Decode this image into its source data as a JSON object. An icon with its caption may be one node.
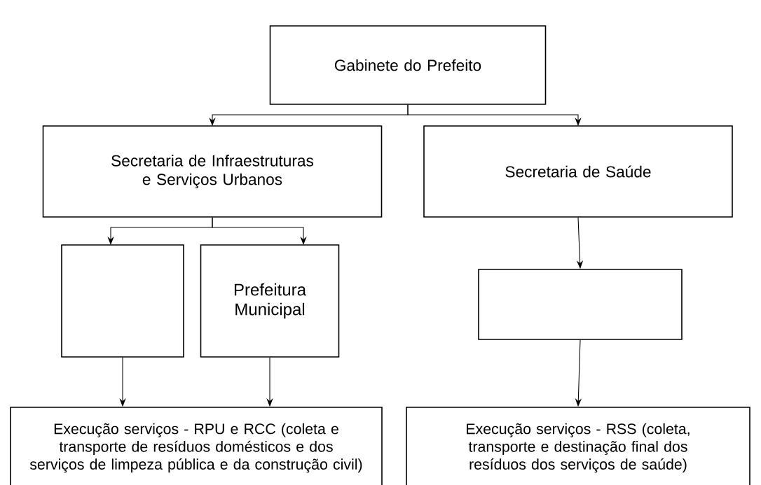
{
  "diagram": {
    "nodes": [
      {
        "text": [
          "Gabinete do Prefeito"
        ]
      },
      {
        "text": [
          "Secretaria de Infraestruturas e Serviços Urbanos"
        ]
      },
      {
        "text": [
          "Secretaria de Saúde"
        ]
      },
      {
        "text": [],
        "shape": "box"
      },
      {
        "text": [
          "Prefeitura Municipal"
        ]
      },
      {
        "text": [],
        "shape": "box"
      },
      {
        "text": [
          "Execução serviços - RPU e RCC (coleta e transporte de resíduos domésticos e dos serviços de limpeza pública e da construção civil)"
        ]
      },
      {
        "text": [
          "Execução serviços - RSS (coleta, transporte e destinação final dos resíduos dos serviços de saúde)"
        ]
      }
    ],
    "edges": [
      {
        "from": 0,
        "to": 1,
        "arrow": "to"
      },
      {
        "from": 0,
        "to": 2,
        "arrow": "to"
      },
      {
        "from": 1,
        "to": 3,
        "arrow": "to"
      },
      {
        "from": 1,
        "to": 4,
        "arrow": "to"
      },
      {
        "from": 2,
        "to": 5,
        "arrow": "to"
      },
      {
        "from": 3,
        "to": 6,
        "arrow": "to"
      },
      {
        "from": 4,
        "to": 6,
        "arrow": "to"
      },
      {
        "from": 5,
        "to": 7,
        "arrow": "to"
      }
    ]
  }
}
